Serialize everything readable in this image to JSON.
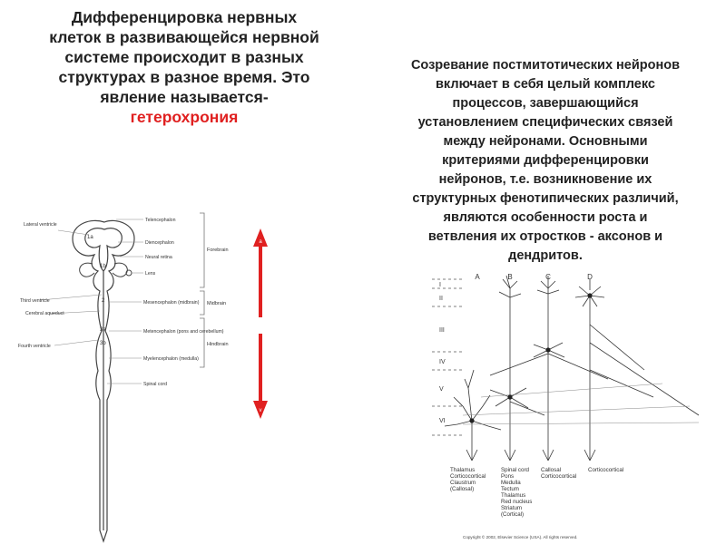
{
  "title": {
    "lines": [
      "Дифференцировка нервных",
      "клеток в развивающейся нервной",
      "системе происходит в разных",
      "структурах в разное время. Это",
      "явление называется-"
    ],
    "accent": "гетерохрония"
  },
  "description": {
    "lines": [
      "Созревание постмитотических нейронов",
      "включает в себя целый комплекс",
      "процессов, завершающийся",
      "установлением специфических связей",
      "между нейронами. Основными",
      "критериями дифференцировки",
      "нейронов, т.е. возникновение их",
      "структурных фенотипических различий,",
      "являются особенности роста и",
      "ветвления их отростков - аксонов и",
      "дендритов."
    ]
  },
  "neural_tube_figure": {
    "left_labels": [
      "Lateral ventricle",
      "Third ventricle",
      "Cerebral aqueduct",
      "Fourth ventricle"
    ],
    "right_labels": [
      "Telencephalon",
      "Diencephalon",
      "Neural retina",
      "Lens",
      "Mesencephalon (midbrain)",
      "Metencephalon (pons and cerebellum)",
      "Myelencephalon (medulla)",
      "Spinal cord"
    ],
    "region_labels": [
      "Forebrain",
      "Midbrain",
      "Hindbrain"
    ],
    "segment_labels": [
      "1a",
      "1b",
      "2",
      "3a",
      "3b"
    ],
    "arrow_marks": [
      "a",
      "v"
    ],
    "accent_color": "#e02020"
  },
  "cortex_figure": {
    "column_labels": [
      "A",
      "B",
      "C",
      "D"
    ],
    "layer_labels": [
      "I",
      "II",
      "III",
      "IV",
      "V",
      "VI"
    ],
    "target_labels": [
      [
        "Thalamus",
        "Corticocortical",
        "Claustrum",
        "(Callosal)"
      ],
      [
        "Spinal cord",
        "Pons",
        "Medulla",
        "Tectum",
        "Thalamus",
        "Red nucleus",
        "Striatum",
        "(Cortical)"
      ],
      [
        "Callosal",
        "Corticocortical"
      ],
      [
        "Corticocortical"
      ]
    ],
    "copyright": "Copyright © 2002, Elsevier Science (USA). All rights reserved."
  }
}
